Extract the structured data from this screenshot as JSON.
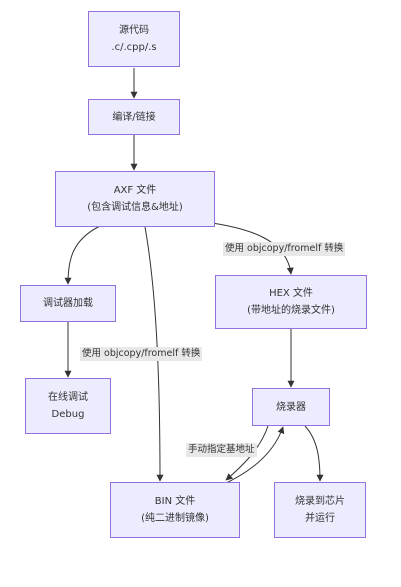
{
  "nodes": {
    "source": {
      "line1": "源代码",
      "line2": ".c/.cpp/.s"
    },
    "compile": {
      "line1": "编译/链接"
    },
    "axf": {
      "line1": "AXF 文件",
      "line2": "(包含调试信息&地址)"
    },
    "debugger": {
      "line1": "调试器加载"
    },
    "hex": {
      "line1": "HEX 文件",
      "line2": "(带地址的烧录文件)"
    },
    "online_debug": {
      "line1": "在线调试",
      "line2": "Debug"
    },
    "burner": {
      "line1": "烧录器"
    },
    "bin": {
      "line1": "BIN 文件",
      "line2": "(纯二进制镜像)"
    },
    "chip": {
      "line1": "烧录到芯片",
      "line2": "并运行"
    }
  },
  "edge_labels": {
    "axf_to_hex": "使用 objcopy/fromelf 转换",
    "debugger_to_online": "使用 objcopy/fromelf 转换",
    "bin_burner": "手动指定基地址"
  },
  "colors": {
    "node_fill": "#ececff",
    "node_border": "#9370db",
    "edge": "#333333",
    "label_bg": "#e8e8e8"
  }
}
